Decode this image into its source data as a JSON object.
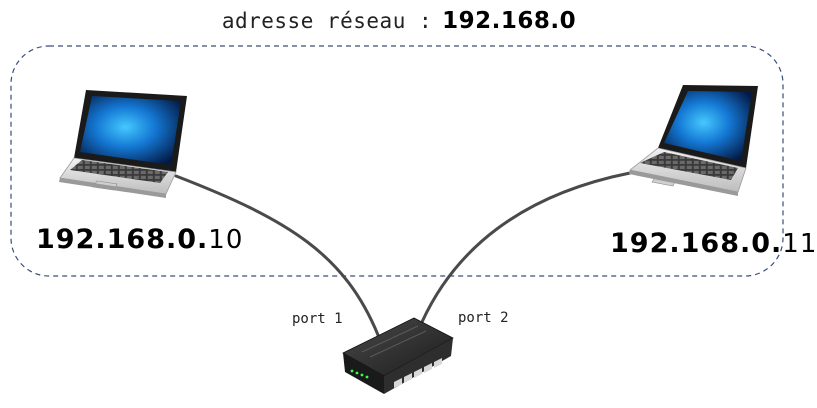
{
  "network": {
    "label": "adresse réseau :",
    "address": "192.168.0"
  },
  "hosts": [
    {
      "ip_prefix": "192.168.0.",
      "ip_suffix": "10"
    },
    {
      "ip_prefix": "192.168.0.",
      "ip_suffix": "11"
    }
  ],
  "switch": {
    "ports": [
      {
        "label": "port 1"
      },
      {
        "label": "port 2"
      }
    ]
  },
  "colors": {
    "network_border": "#3a4d7a",
    "cable": "#4a4a4a",
    "laptop_screen": "#1a8fe0",
    "switch_body": "#2b2b2b"
  }
}
